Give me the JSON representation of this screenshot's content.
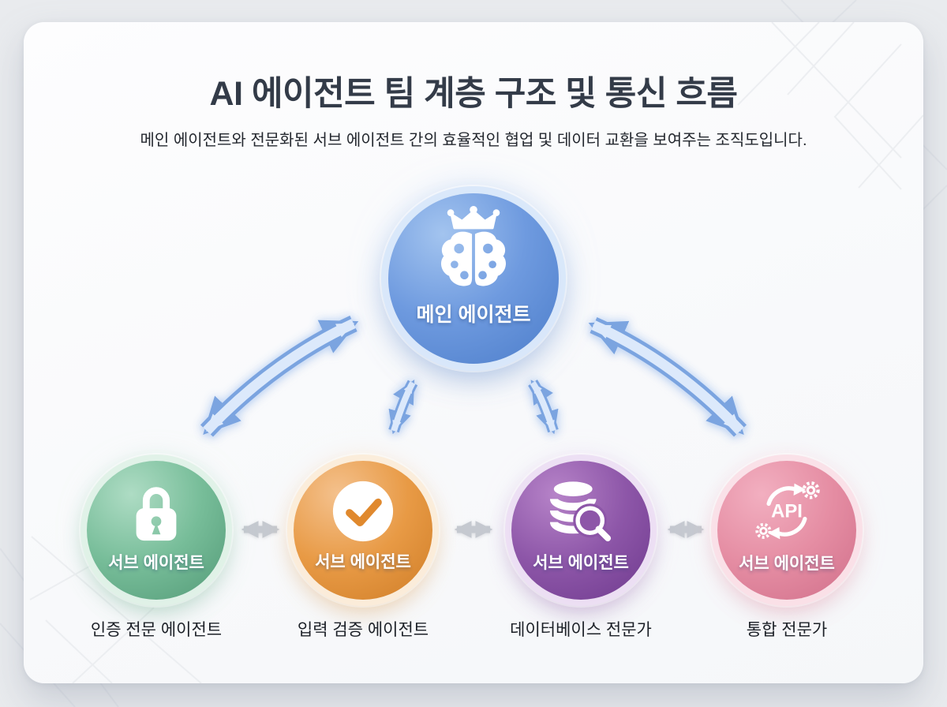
{
  "page": {
    "title": "AI 에이전트 팀 계층 구조 및 통신 흐름",
    "subtitle": "메인 에이전트와 전문화된 서브 에이전트 간의 효율적인 협업 및 데이터 교환을 보여주는 조직도입니다."
  },
  "main_agent": {
    "label": "메인 에이전트",
    "icon": "brain-crown-icon",
    "color": "#6792d9"
  },
  "sub_agents": [
    {
      "id": "auth",
      "label": "서브 에이전트",
      "caption": "인증 전문 에이전트",
      "icon": "lock-icon",
      "color": "#77bd99"
    },
    {
      "id": "validation",
      "label": "서브 에이전트",
      "caption": "입력 검증 에이전트",
      "icon": "check-icon",
      "color": "#e89a45"
    },
    {
      "id": "database",
      "label": "서브 에이전트",
      "caption": "데이터베이스 전문가",
      "icon": "database-search-icon",
      "color": "#8d56a8"
    },
    {
      "id": "integration",
      "label": "서브 에이전트",
      "caption": "통합 전문가",
      "icon": "api-gears-icon",
      "color": "#e58da3",
      "badge": "API"
    }
  ],
  "connections": {
    "main_to_sub_bidirectional": [
      "auth",
      "validation",
      "database",
      "integration"
    ],
    "peer_links": [
      "auth-validation",
      "validation-database",
      "database-integration"
    ],
    "main_arrow_color": "#7ba4e0",
    "peer_arrow_color": "#c5c9d0"
  }
}
